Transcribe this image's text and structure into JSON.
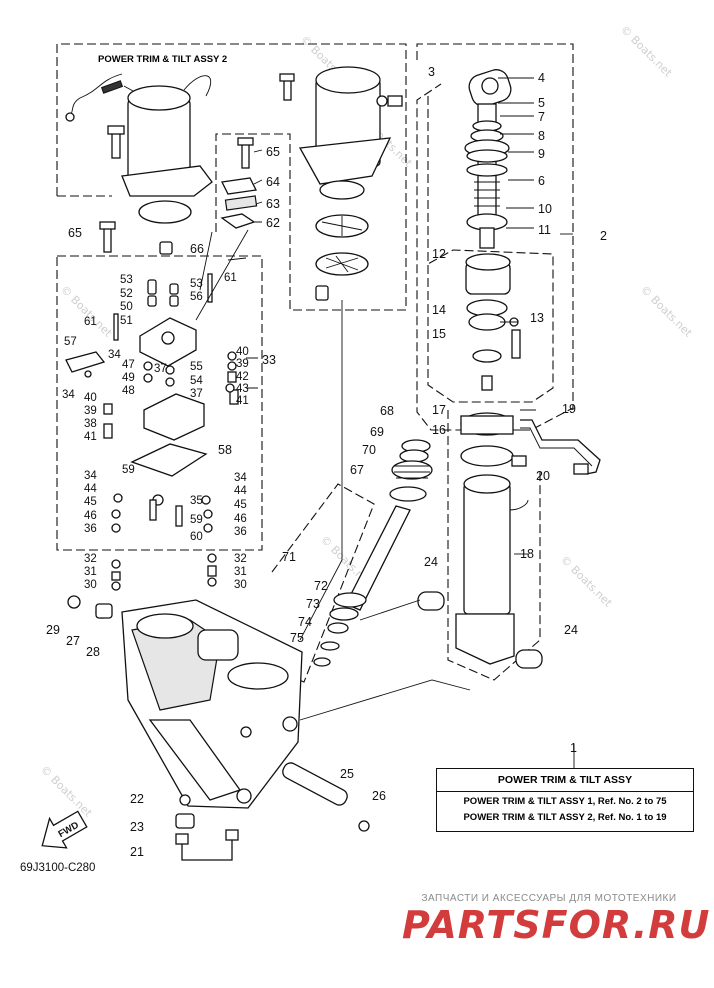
{
  "diagram": {
    "assy2_label": "POWER TRIM & TILT ASSY 2",
    "ref_code": "69J3100-C280",
    "fwd_label": "FWD",
    "legend": {
      "ref_number": "1",
      "title": "POWER TRIM  & TILT ASSY",
      "line1": "POWER TRIM & TILT ASSY 1, Ref. No. 2 to 75",
      "line2": "POWER TRIM & TILT ASSY 2, Ref. No. 1 to 19"
    },
    "watermark": "© Boats.net",
    "promo": {
      "text": "ЗАПЧАСТИ И АКСЕССУАРЫ ДЛЯ МОТОТЕХНИКИ",
      "brand": "PARTSFOR.RU",
      "brand_color": "#d23c3c"
    },
    "callouts": {
      "right": [
        "3",
        "4",
        "5",
        "7",
        "8",
        "9",
        "6",
        "10",
        "11",
        "2",
        "12",
        "13",
        "14",
        "15",
        "17",
        "16",
        "19",
        "20",
        "18",
        "24",
        "24"
      ],
      "top_left": [
        "65",
        "64",
        "63",
        "62",
        "65",
        "66",
        "53",
        "52",
        "50",
        "51",
        "53",
        "56",
        "61",
        "61",
        "57",
        "34"
      ],
      "manifold": [
        "40",
        "39",
        "42",
        "43",
        "41",
        "33",
        "55",
        "54",
        "37",
        "37",
        "47",
        "49",
        "48",
        "34",
        "40",
        "39",
        "38",
        "41",
        "58",
        "34",
        "44",
        "45",
        "46",
        "36",
        "59",
        "35",
        "34",
        "44",
        "45",
        "46",
        "36",
        "59",
        "60",
        "32",
        "31",
        "30",
        "32",
        "31",
        "30"
      ],
      "lower": [
        "29",
        "27",
        "28",
        "68",
        "69",
        "70",
        "67",
        "71",
        "72",
        "73",
        "74",
        "75",
        "22",
        "23",
        "21",
        "25",
        "26"
      ]
    }
  }
}
